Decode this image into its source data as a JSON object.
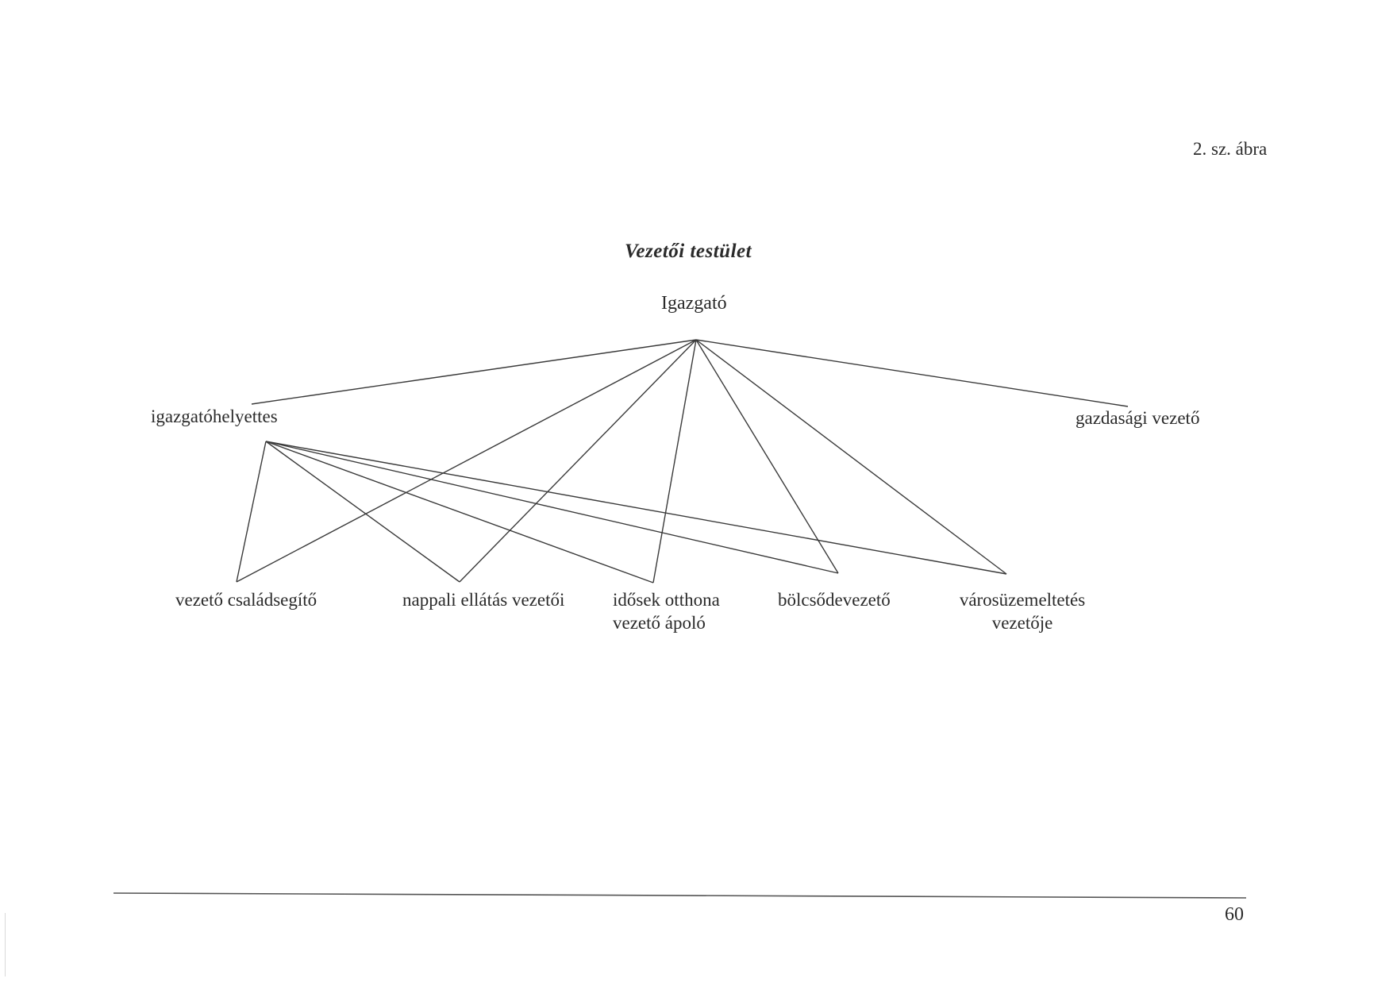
{
  "figure_label": "2. sz. ábra",
  "title": "Vezetői testület",
  "root": {
    "id": "igazgato",
    "label": "Igazgató"
  },
  "second_level": [
    {
      "id": "igazgatohelyettes",
      "label": "igazgatóhelyettes"
    },
    {
      "id": "gazdasagi",
      "label": "gazdasági vezető"
    }
  ],
  "third_level": [
    {
      "id": "csaladsegito",
      "lines": [
        "vezető családsegítő"
      ]
    },
    {
      "id": "nappali",
      "lines": [
        "nappali ellátás vezetői"
      ]
    },
    {
      "id": "idosek",
      "lines": [
        "idősek otthona",
        "vezető ápoló"
      ]
    },
    {
      "id": "bolcsode",
      "lines": [
        "bölcsődevezető"
      ]
    },
    {
      "id": "varos",
      "lines": [
        "városüzemeltetés",
        "vezetője"
      ]
    }
  ],
  "edges": [
    [
      "igazgato",
      "igazgatohelyettes"
    ],
    [
      "igazgato",
      "gazdasagi"
    ],
    [
      "igazgato",
      "csaladsegito"
    ],
    [
      "igazgato",
      "nappali"
    ],
    [
      "igazgato",
      "idosek"
    ],
    [
      "igazgato",
      "bolcsode"
    ],
    [
      "igazgato",
      "varos"
    ],
    [
      "igazgatohelyettes",
      "csaladsegito"
    ],
    [
      "igazgatohelyettes",
      "nappali"
    ],
    [
      "igazgatohelyettes",
      "idosek"
    ],
    [
      "igazgatohelyettes",
      "bolcsode"
    ],
    [
      "igazgatohelyettes",
      "varos"
    ]
  ],
  "page_number": "60",
  "colors": {
    "line": "#3a3a3a",
    "text": "#2a2a2a"
  }
}
